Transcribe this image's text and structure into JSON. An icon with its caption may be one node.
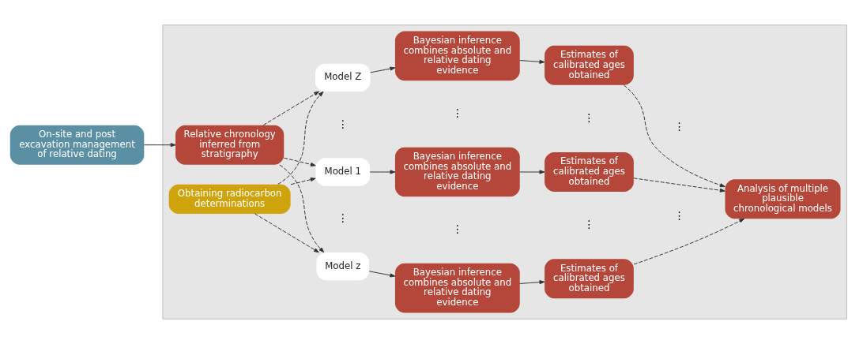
{
  "diagram": {
    "nodes": [
      {
        "text": [],
        "shape": "box"
      },
      {
        "text": [
          "On-site and post excavation management of relative dating"
        ]
      },
      {
        "text": [
          "Relative chronology inferred from stratigraphy"
        ],
        "in": 0
      },
      {
        "text": [
          "Obtaining radiocarbon determinations"
        ],
        "in": 0
      },
      {
        "text": [
          "Model 1"
        ],
        "in": 0
      },
      {
        "text": [
          "Model z"
        ],
        "in": 0
      },
      {
        "text": [
          "Model Z"
        ],
        "in": 0
      },
      {
        "text": [
          "Bayesian inference combines absolute and relative dating evidence"
        ],
        "in": 0
      },
      {
        "text": [
          "Bayesian inference combines absolute and relative dating evidence"
        ],
        "in": 0
      },
      {
        "text": [
          "Bayesian inference combines absolute and relative dating evidence"
        ],
        "in": 0
      },
      {
        "text": [
          "Estimates of calibrated ages obtained"
        ],
        "in": 0
      },
      {
        "text": [
          "Estimates of calibrated ages obtained"
        ],
        "in": 0
      },
      {
        "text": [
          "Estimates of calibrated ages obtained"
        ],
        "in": 0
      },
      {
        "text": [
          "Analysis of multiple plausible chronological models"
        ],
        "in": 0
      }
    ],
    "edges": [
      {
        "from": 1,
        "to": 2,
        "arrow": "to"
      },
      {
        "from": 2,
        "to": 4,
        "arrow": "to",
        "style": "dashed"
      },
      {
        "from": 2,
        "to": 5,
        "arrow": "to",
        "style": "dashed"
      },
      {
        "from": 2,
        "to": 6,
        "arrow": "to",
        "style": "dashed"
      },
      {
        "from": 3,
        "to": 4,
        "arrow": "to",
        "style": "dashed"
      },
      {
        "from": 3,
        "to": 5,
        "arrow": "to",
        "style": "dashed"
      },
      {
        "from": 3,
        "to": 6,
        "arrow": "to",
        "style": "dashed"
      },
      {
        "from": 4,
        "to": 7,
        "arrow": "to"
      },
      {
        "from": 5,
        "to": 8,
        "arrow": "to"
      },
      {
        "from": 6,
        "to": 9,
        "arrow": "to"
      },
      {
        "from": 7,
        "to": 10,
        "arrow": "to"
      },
      {
        "from": 8,
        "to": 11,
        "arrow": "to"
      },
      {
        "from": 9,
        "to": 12,
        "arrow": "to"
      },
      {
        "from": 10,
        "to": 13,
        "arrow": "to",
        "style": "dashed"
      },
      {
        "from": 11,
        "to": 13,
        "arrow": "to",
        "style": "dashed"
      },
      {
        "from": 12,
        "to": 13,
        "arrow": "to",
        "style": "dashed"
      }
    ],
    "labels": [
      "⋮",
      "⋮",
      "⋮",
      "⋮",
      "⋮",
      "⋮",
      "⋮",
      "⋮"
    ]
  }
}
